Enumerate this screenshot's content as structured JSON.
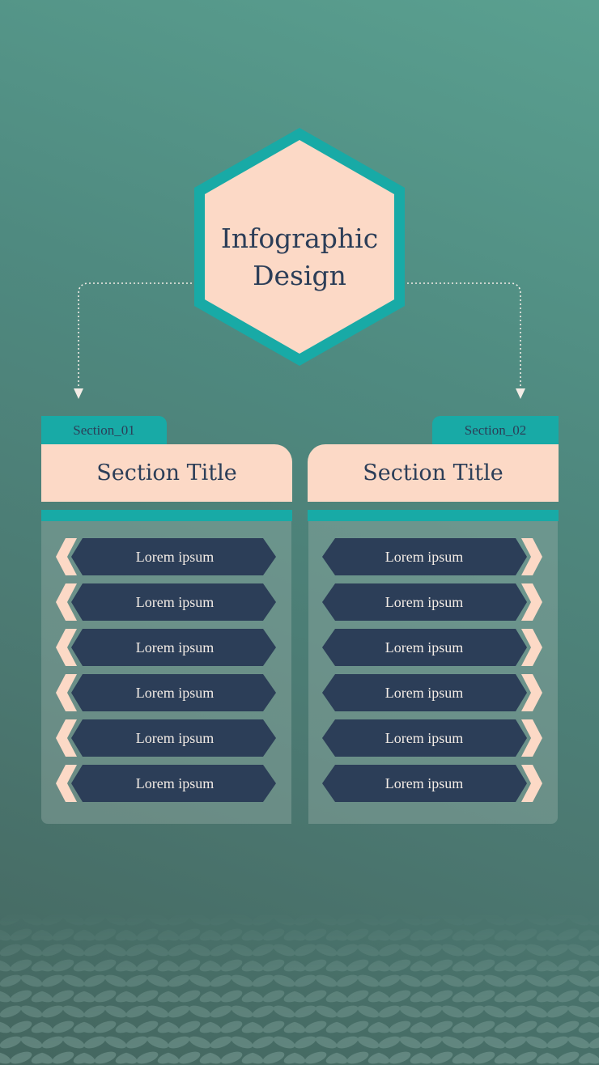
{
  "colors": {
    "bg_top": "#5aa090",
    "bg_bottom": "#44665f",
    "teal": "#18aaa6",
    "peach": "#fcd9c6",
    "navy": "#2c3e58",
    "label_text": "#f3ece6"
  },
  "hexagon": {
    "title_line1": "Infographic",
    "title_line2": "Design"
  },
  "sections": [
    {
      "tab": "Section_01",
      "title": "Section Title",
      "items": [
        "Lorem ipsum",
        "Lorem ipsum",
        "Lorem ipsum",
        "Lorem ipsum",
        "Lorem ipsum",
        "Lorem ipsum"
      ]
    },
    {
      "tab": "Section_02",
      "title": "Section Title",
      "items": [
        "Lorem ipsum",
        "Lorem ipsum",
        "Lorem ipsum",
        "Lorem ipsum",
        "Lorem ipsum",
        "Lorem ipsum"
      ]
    }
  ]
}
